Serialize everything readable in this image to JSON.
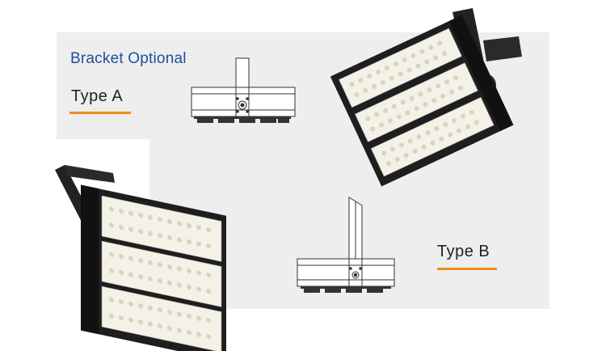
{
  "heading": "Bracket Optional",
  "types": [
    {
      "label": "Type A"
    },
    {
      "label": "Type B"
    }
  ],
  "colors": {
    "heading": "#1f4f9a",
    "accent": "#f08c1a",
    "panel": "#eeeeee",
    "housing": "#1e1e1e",
    "led": "#f4f1e6"
  }
}
